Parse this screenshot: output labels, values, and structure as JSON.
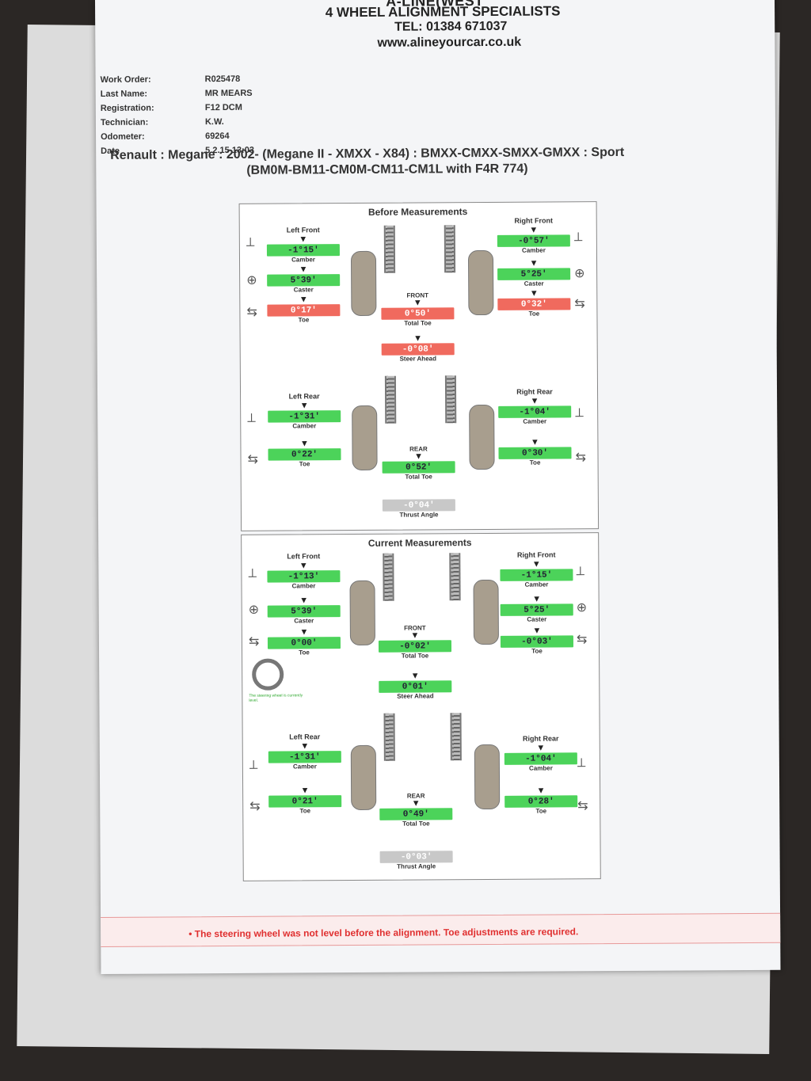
{
  "header": {
    "line1": "A-LINE(WEST",
    "line2": "4 WHEEL ALIGNMENT SPECIALISTS",
    "line3": "TEL: 01384 671037",
    "line4": "www.alineyourcar.co.uk"
  },
  "info": [
    {
      "label": "Work Order:",
      "value": "R025478"
    },
    {
      "label": "Last Name:",
      "value": "MR MEARS"
    },
    {
      "label": "Registration:",
      "value": "F12 DCM"
    },
    {
      "label": "Technician:",
      "value": "K.W."
    },
    {
      "label": "Odometer:",
      "value": "69264"
    },
    {
      "label": "Date",
      "value": "5.2.15 13:03"
    }
  ],
  "vehicle": {
    "line1": "Renault : Megane : 2002-   (Megane II - XMXX - X84) : BMXX-CMXX-SMXX-GMXX : Sport",
    "line2": "(BM0M-BM11-CM0M-CM11-CM1L with F4R 774)"
  },
  "before": {
    "title": "Before Measurements",
    "left_front": "Left Front",
    "right_front": "Right Front",
    "lf_camber": "-1°15'",
    "lf_caster": "5°39'",
    "lf_toe": "0°17'",
    "rf_camber": "-0°57'",
    "rf_caster": "5°25'",
    "rf_toe": "0°32'",
    "front": "FRONT",
    "total_toe_front": "0°50'",
    "steer_ahead": "-0°08'",
    "left_rear": "Left Rear",
    "right_rear": "Right Rear",
    "lr_camber": "-1°31'",
    "lr_toe": "0°22'",
    "rr_camber": "-1°04'",
    "rr_toe": "0°30'",
    "rear": "REAR",
    "total_toe_rear": "0°52'",
    "thrust": "-0°04'"
  },
  "current": {
    "title": "Current Measurements",
    "left_front": "Left Front",
    "right_front": "Right Front",
    "lf_camber": "-1°13'",
    "lf_caster": "5°39'",
    "lf_toe": "0°00'",
    "rf_camber": "-1°15'",
    "rf_caster": "5°25'",
    "rf_toe": "-0°03'",
    "front": "FRONT",
    "total_toe_front": "-0°02'",
    "steer_ahead": "0°01'",
    "steering_note": "The steering wheel is currently level.",
    "left_rear": "Left Rear",
    "right_rear": "Right Rear",
    "lr_camber": "-1°31'",
    "lr_toe": "0°21'",
    "rr_camber": "-1°04'",
    "rr_toe": "0°28'",
    "rear": "REAR",
    "total_toe_rear": "0°49'",
    "thrust": "-0°03'"
  },
  "labels": {
    "camber": "Camber",
    "caster": "Caster",
    "toe": "Toe",
    "total_toe": "Total Toe",
    "steer_ahead": "Steer Ahead",
    "thrust_angle": "Thrust Angle"
  },
  "warning": "•    The steering wheel was not level before the alignment.  Toe adjustments are required."
}
